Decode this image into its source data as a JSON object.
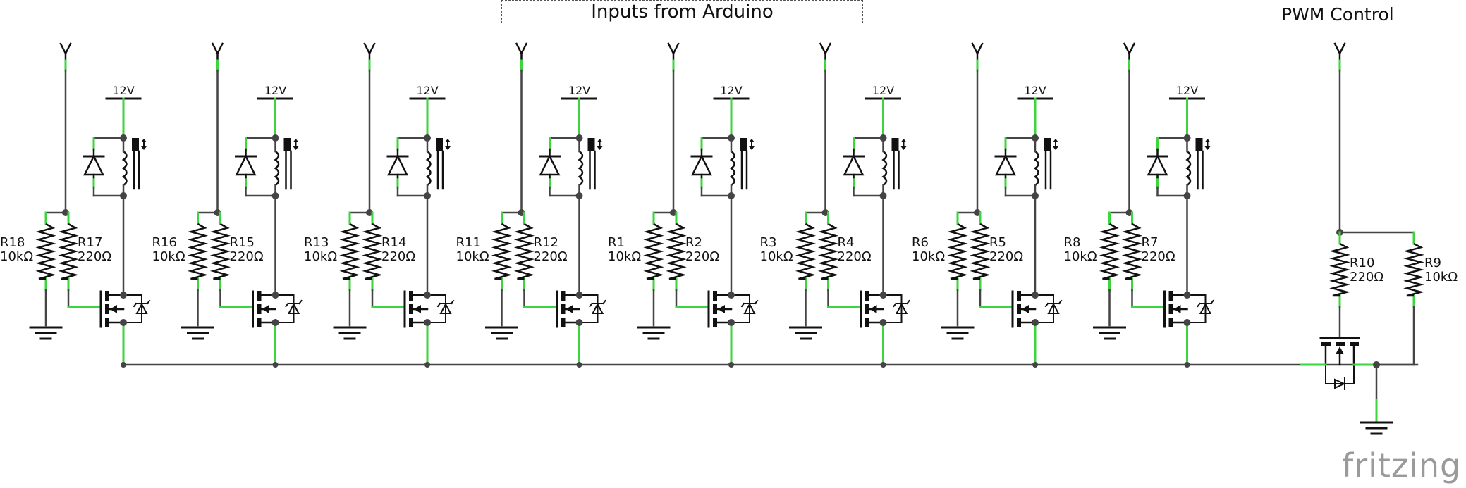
{
  "header": {
    "inputs_label": "Inputs from Arduino",
    "pwm_label": "PWM Control"
  },
  "supply_label": "12V",
  "colors": {
    "wire": "#444444",
    "pin": "#3fd33f",
    "component": "#111111",
    "logo": "#9a9a9a"
  },
  "channels": [
    {
      "r_pulldown": "R18",
      "r_pulldown_value": "10kΩ",
      "r_gate": "R17",
      "r_gate_value": "220Ω"
    },
    {
      "r_pulldown": "R16",
      "r_pulldown_value": "10kΩ",
      "r_gate": "R15",
      "r_gate_value": "220Ω"
    },
    {
      "r_pulldown": "R13",
      "r_pulldown_value": "10kΩ",
      "r_gate": "R14",
      "r_gate_value": "220Ω"
    },
    {
      "r_pulldown": "R11",
      "r_pulldown_value": "10kΩ",
      "r_gate": "R12",
      "r_gate_value": "220Ω"
    },
    {
      "r_pulldown": "R1",
      "r_pulldown_value": "10kΩ",
      "r_gate": "R2",
      "r_gate_value": "220Ω"
    },
    {
      "r_pulldown": "R3",
      "r_pulldown_value": "10kΩ",
      "r_gate": "R4",
      "r_gate_value": "220Ω"
    },
    {
      "r_pulldown": "R6",
      "r_pulldown_value": "10kΩ",
      "r_gate": "R5",
      "r_gate_value": "220Ω"
    },
    {
      "r_pulldown": "R8",
      "r_pulldown_value": "10kΩ",
      "r_gate": "R7",
      "r_gate_value": "220Ω"
    }
  ],
  "pwm": {
    "r_gate": "R10",
    "r_gate_value": "220Ω",
    "r_pull": "R9",
    "r_pull_value": "10kΩ"
  },
  "logo_text": "fritzing"
}
